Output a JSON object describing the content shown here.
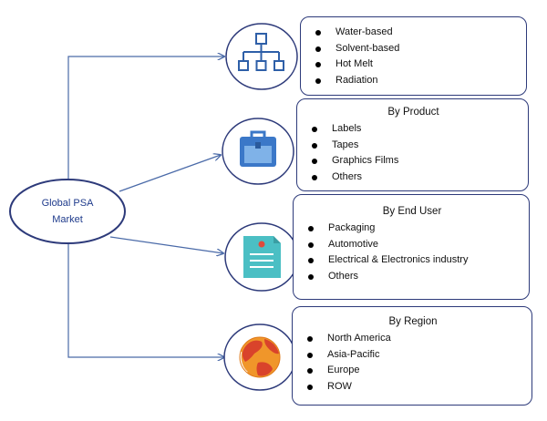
{
  "center": {
    "line1": "Global PSA",
    "line2": "Market"
  },
  "branches": [
    {
      "icon": "hierarchy-icon",
      "title": "",
      "items": [
        "Water-based",
        "Solvent-based",
        "Hot Melt",
        "Radiation"
      ]
    },
    {
      "icon": "briefcase-icon",
      "title": "By Product",
      "items": [
        "Labels",
        "Tapes",
        "Graphics Films",
        "Others"
      ]
    },
    {
      "icon": "document-icon",
      "title": "By End User",
      "items": [
        "Packaging",
        "Automotive",
        "Electrical & Electronics industry",
        "Others"
      ]
    },
    {
      "icon": "globe-icon",
      "title": "By Region",
      "items": [
        "North America",
        "Asia-Pacific",
        "Europe",
        "ROW"
      ]
    }
  ],
  "colors": {
    "outline": "#2d3a7a",
    "arrow": "#4a6aa8",
    "center_text": "#1f3b8c",
    "icon_blue": "#3b78c8",
    "icon_teal": "#4bbfc4",
    "globe_orange": "#f0962a",
    "globe_red": "#d9432b"
  }
}
